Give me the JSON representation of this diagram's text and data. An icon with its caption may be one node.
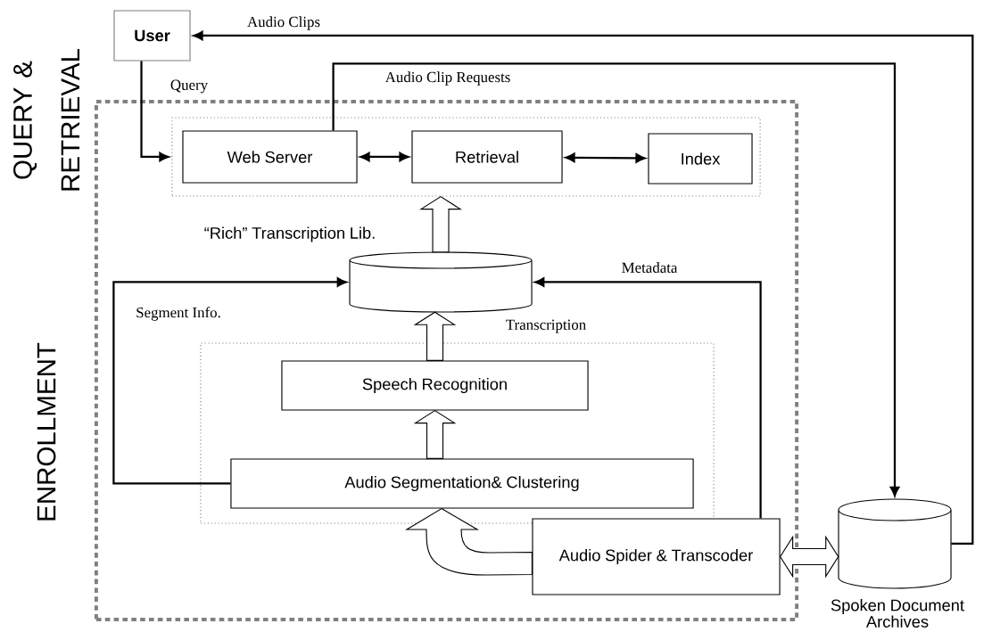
{
  "diagram": {
    "nodes": [
      {
        "text": [
          "User"
        ]
      },
      {
        "text": [],
        "shape": "box"
      },
      {
        "text": [],
        "shape": "box",
        "in": 1
      },
      {
        "text": [
          "Web Server"
        ],
        "in": 2
      },
      {
        "text": [
          "Retrieval"
        ],
        "in": 2
      },
      {
        "text": [
          "Index"
        ],
        "in": 2
      },
      {
        "text": [],
        "shape": "cylinder",
        "beside": [
          "“Rich” Transcription Lib."
        ],
        "in": 1
      },
      {
        "text": [],
        "shape": "box",
        "in": 1
      },
      {
        "text": [
          "Speech Recognition"
        ],
        "in": 7
      },
      {
        "text": [
          "Audio Segmentation& Clustering"
        ],
        "in": 7
      },
      {
        "text": [
          "Audio Spider & Transcoder"
        ],
        "in": 1
      },
      {
        "text": [],
        "shape": "cylinder",
        "beside": [
          "Spoken Document Archives"
        ]
      }
    ],
    "edges": [
      {
        "from": 0,
        "to": 2,
        "arrow": "to",
        "label": "Query"
      },
      {
        "from": 3,
        "to": 4,
        "arrow": "both"
      },
      {
        "from": 4,
        "to": 5,
        "arrow": "both"
      },
      {
        "from": 6,
        "to": 2,
        "arrow": "to",
        "style": "thick"
      },
      {
        "from": 8,
        "to": 6,
        "arrow": "to",
        "style": "thick",
        "label": "Transcription"
      },
      {
        "from": 9,
        "to": 8,
        "arrow": "to",
        "style": "thick"
      },
      {
        "from": 10,
        "to": 9,
        "arrow": "to",
        "style": "thick"
      },
      {
        "from": 10,
        "to": 11,
        "arrow": "both",
        "style": "thick"
      },
      {
        "from": 10,
        "to": 6,
        "arrow": "to",
        "label": "Metadata"
      },
      {
        "from": 9,
        "to": 6,
        "arrow": "to",
        "label": "Segment Info."
      },
      {
        "from": 3,
        "to": 11,
        "arrow": "to",
        "label": "Audio Clip Requests"
      },
      {
        "from": 11,
        "to": 0,
        "arrow": "to",
        "label": "Audio Clips"
      }
    ],
    "labels": [
      "QUERY & RETRIEVAL",
      "ENROLLMENT"
    ]
  }
}
